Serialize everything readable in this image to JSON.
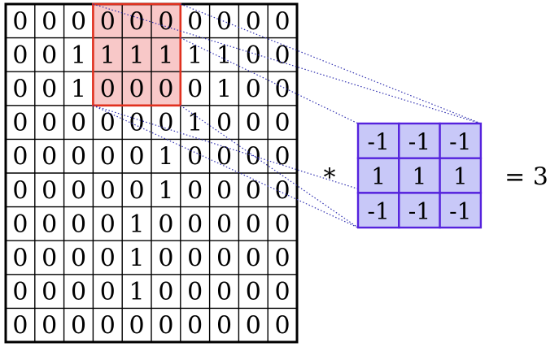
{
  "input_matrix": [
    [
      "0",
      "0",
      "0",
      "0",
      "0",
      "0",
      "0",
      "0",
      "0",
      "0"
    ],
    [
      "0",
      "0",
      "1",
      "1",
      "1",
      "1",
      "1",
      "1",
      "0",
      "0"
    ],
    [
      "0",
      "0",
      "1",
      "0",
      "0",
      "0",
      "0",
      "1",
      "0",
      "0"
    ],
    [
      "0",
      "0",
      "0",
      "0",
      "0",
      "0",
      "1",
      "0",
      "0",
      "0"
    ],
    [
      "0",
      "0",
      "0",
      "0",
      "0",
      "1",
      "0",
      "0",
      "0",
      "0"
    ],
    [
      "0",
      "0",
      "0",
      "0",
      "0",
      "1",
      "0",
      "0",
      "0",
      "0"
    ],
    [
      "0",
      "0",
      "0",
      "0",
      "1",
      "0",
      "0",
      "0",
      "0",
      "0"
    ],
    [
      "0",
      "0",
      "0",
      "0",
      "1",
      "0",
      "0",
      "0",
      "0",
      "0"
    ],
    [
      "0",
      "0",
      "0",
      "0",
      "1",
      "0",
      "0",
      "0",
      "0",
      "0"
    ],
    [
      "0",
      "0",
      "0",
      "0",
      "0",
      "0",
      "0",
      "0",
      "0",
      "0"
    ]
  ],
  "receptive_field": {
    "row": 0,
    "col": 3,
    "size": 3
  },
  "kernel": [
    [
      "-1",
      "-1",
      "-1"
    ],
    [
      "1",
      "1",
      "1"
    ],
    [
      "-1",
      "-1",
      "-1"
    ]
  ],
  "operator": "*",
  "result": "= 3",
  "colors": {
    "grid_line": "#000000",
    "highlight_fill": "#f8c8c8",
    "highlight_border": "#e0301e",
    "kernel_fill": "#c8c8f8",
    "kernel_border": "#5522dd",
    "projection_line": "#3030b0"
  }
}
